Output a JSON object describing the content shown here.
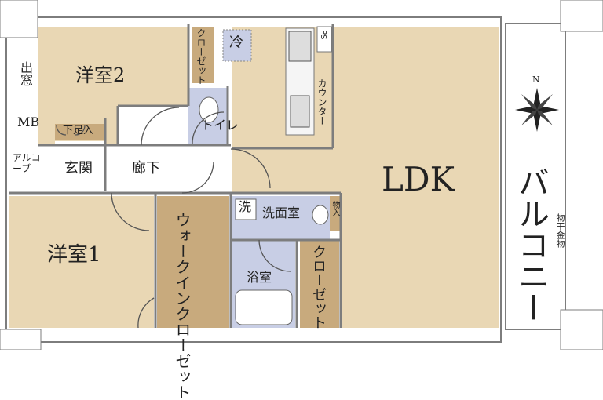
{
  "rooms": {
    "ldk": "LDK",
    "western_room_1": "洋室1",
    "western_room_2": "洋室2",
    "entrance": "玄関",
    "hallway": "廊下",
    "toilet": "トイレ",
    "washroom": "洗面室",
    "bathroom": "浴室",
    "balcony": "バルコニー",
    "alcove": "アルコーブ"
  },
  "storage": {
    "walk_in_closet": "ウォークインクローゼット",
    "closet_room2": "クローゼット",
    "closet_bath": "クローゼット",
    "shoe_storage": "下足入",
    "storage_small": "物入"
  },
  "fixtures": {
    "fridge": "冷",
    "counter": "カウンター",
    "pipe_space": "PS",
    "meter_box": "MB",
    "bay_window": "出窓",
    "laundry": "洗",
    "drying_hardware": "物干金物"
  },
  "compass": {
    "north_label": "N"
  },
  "colors": {
    "floor": "#e9d7b4",
    "closet_floor": "#c8aa7d",
    "wet_floor": "#c8cee5",
    "wall": "#ffffff",
    "wall_edge": "#7d7d7d",
    "outer_bg": "#ffffff"
  }
}
